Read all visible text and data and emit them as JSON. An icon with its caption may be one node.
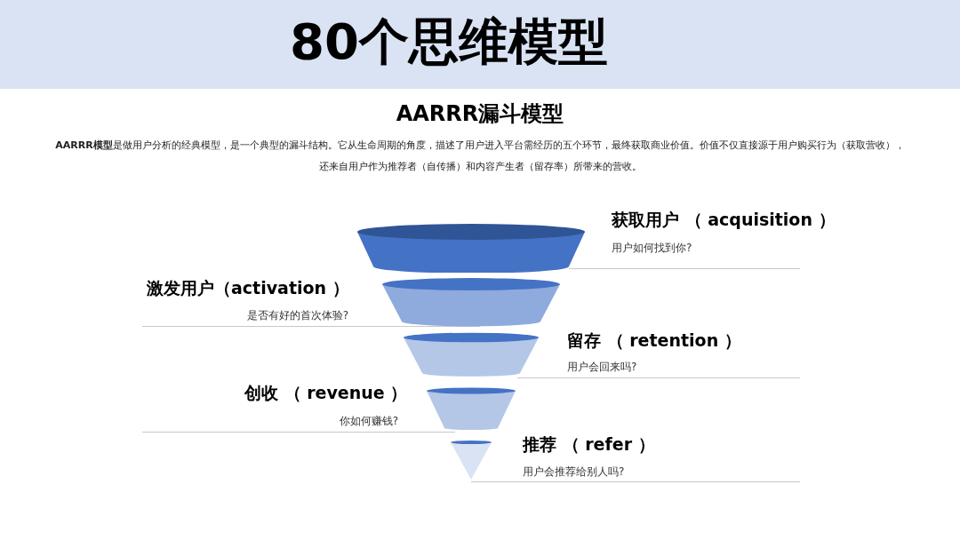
{
  "diagram": {
    "title": "80个思维模型",
    "nodes": [
      {
        "text": [
          "获取用户 （ acquisition ）",
          "用户如何找到你?"
        ]
      },
      {
        "text": [
          "激发用户（activation ）",
          "是否有好的首次体验?"
        ]
      },
      {
        "text": [
          "留存 （ retention ）",
          "用户会回来吗?"
        ]
      },
      {
        "text": [
          "创收 （ revenue ）",
          "你如何赚钱?"
        ]
      },
      {
        "text": [
          "推荐 （ refer ）",
          "用户会推荐给别人吗?"
        ]
      }
    ],
    "labels": [
      "AARRR漏斗模型",
      "**AARRR模型**是做用户分析的经典模型，是一个典型的漏斗结构。它从生命周期的角度，描述了用户进入平台需经历的五个环节，最终获取商业价值。价值不仅直接源于用户购买行为（获取营收），还来自用户作为推荐者（自传播）和内容产生者（留存率）所带来的营收。"
    ]
  }
}
